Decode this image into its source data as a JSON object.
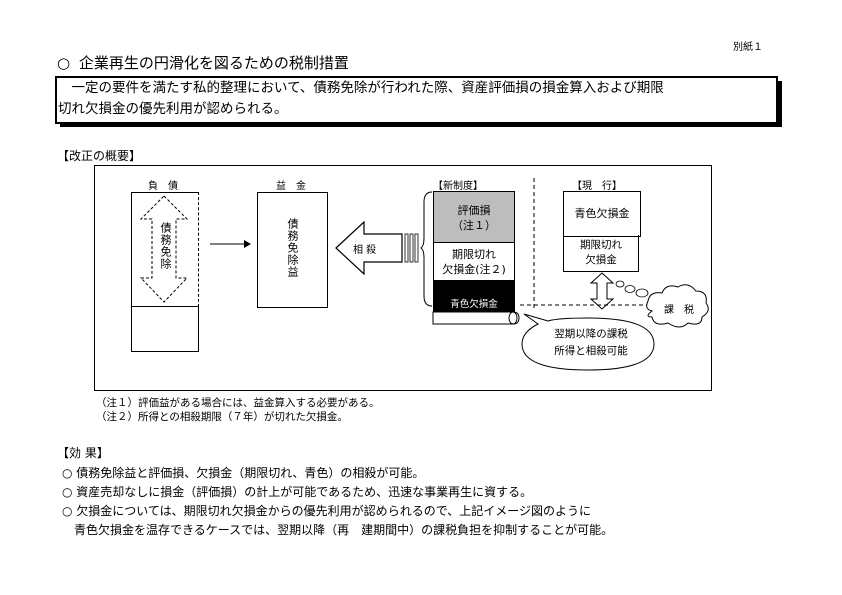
{
  "page_tag": "別紙１",
  "title": "企業再生の円滑化を図るための税制措置",
  "title_bullet": "○",
  "summary_box": {
    "line1": "　一定の要件を満たす私的整理において、債務免除が行われた際、資産評価損の損金算入および期限",
    "line2": "切れ欠損金の優先利用が認められる。"
  },
  "overview_heading": "【改正の概要】",
  "diagram": {
    "debt_label": "負　債",
    "debt_vertical": "債務免除",
    "profit_label": "益　金",
    "profit_vertical": "債務免除益",
    "offset_label": "相 殺",
    "new_system_label": "【新制度】",
    "new_item_1a": "評価損",
    "new_item_1b": "（注１）",
    "new_item_2a": "期限切れ",
    "new_item_2b": "欠損金(注２)",
    "new_item_3": "青色欠損金",
    "current_label": "【現　行】",
    "current_item_1": "青色欠損金",
    "current_item_2a": "期限切れ",
    "current_item_2b": "欠損金",
    "tax_label": "課　税",
    "callout_line1": "翌期以降の課税",
    "callout_line2": "所得と相殺可能"
  },
  "notes": [
    "（注１）評価益がある場合には、益金算入する必要がある。",
    "（注２）所得との相殺期限（７年）が切れた欠損金。"
  ],
  "effects_heading": "【効 果】",
  "effects": [
    "○ 債務免除益と評価損、欠損金（期限切れ、青色）の相殺が可能。",
    "○ 資産売却なしに損金（評価損）の計上が可能であるため、迅速な事業再生に資する。",
    "○ 欠損金については、期限切れ欠損金からの優先利用が認められるので、上記イメージ図のように",
    "　青色欠損金を温存できるケースでは、翌期以降（再　建期間中）の課税負担を抑制することが可能。"
  ]
}
